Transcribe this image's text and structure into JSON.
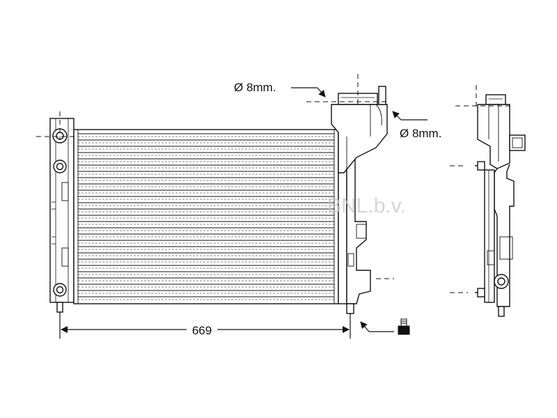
{
  "labels": {
    "top_hole": "Ø 8mm.",
    "side_hole": "Ø 8mm.",
    "width": "669"
  },
  "watermark": "BNL.b.v.",
  "colors": {
    "line": "#111111",
    "watermark": "#c8c8c8"
  },
  "icons": {
    "plug": "drain-plug-icon"
  }
}
